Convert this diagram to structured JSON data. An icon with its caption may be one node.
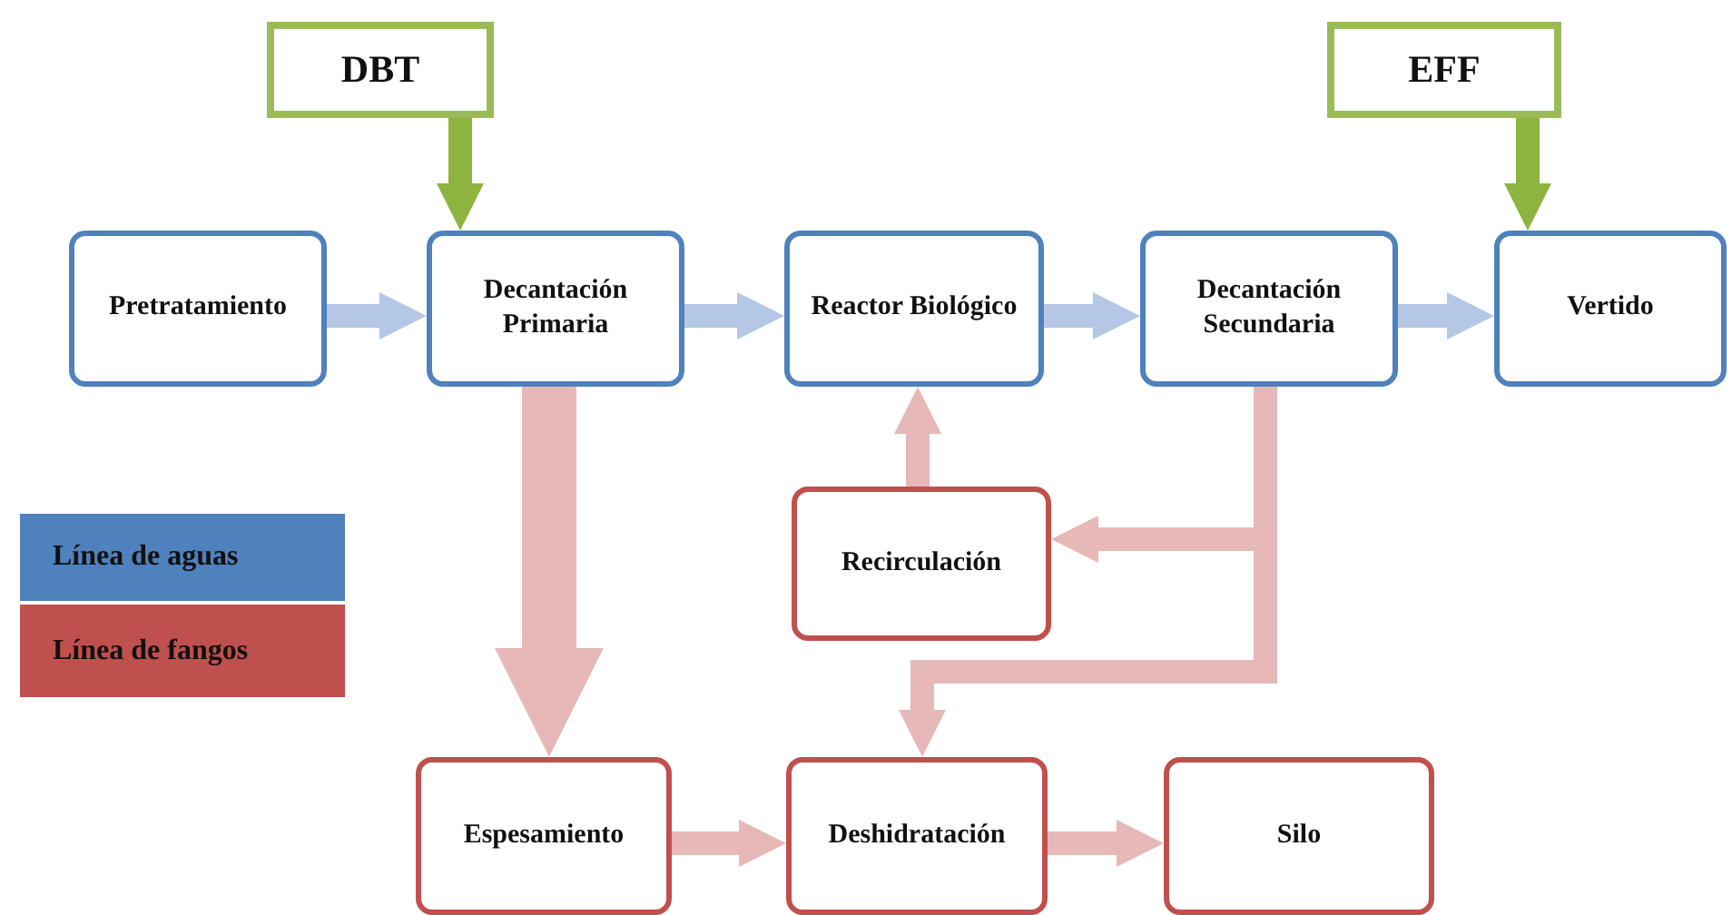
{
  "diagram": {
    "nodes": [
      {
        "text": [
          "DBT"
        ]
      },
      {
        "text": [
          "EFF"
        ]
      },
      {
        "text": [
          "Pretratamiento"
        ]
      },
      {
        "text": [
          "Decantación Primaria"
        ]
      },
      {
        "text": [
          "Reactor Biológico"
        ]
      },
      {
        "text": [
          "Decantación Secundaria"
        ]
      },
      {
        "text": [
          "Vertido"
        ]
      },
      {
        "text": [
          "Recirculación"
        ]
      },
      {
        "text": [
          "Espesamiento"
        ]
      },
      {
        "text": [
          "Deshidratación"
        ]
      },
      {
        "text": [
          "Silo"
        ]
      }
    ],
    "edges": [
      {
        "from": 0,
        "to": 3,
        "arrow": "to",
        "color": "#8db43e"
      },
      {
        "from": 1,
        "to": 6,
        "arrow": "to",
        "color": "#8db43e"
      },
      {
        "from": 2,
        "to": 3,
        "arrow": "to",
        "color": "#b4c7e4"
      },
      {
        "from": 3,
        "to": 4,
        "arrow": "to",
        "color": "#b4c7e4"
      },
      {
        "from": 4,
        "to": 5,
        "arrow": "to",
        "color": "#b4c7e4"
      },
      {
        "from": 5,
        "to": 6,
        "arrow": "to",
        "color": "#b4c7e4"
      },
      {
        "from": 3,
        "to": 8,
        "arrow": "to",
        "style": "thick"
      },
      {
        "from": 7,
        "to": 4,
        "arrow": "to"
      },
      {
        "from": 5,
        "to": 7,
        "arrow": "to"
      },
      {
        "from": 5,
        "to": 9,
        "arrow": "to"
      },
      {
        "from": 8,
        "to": 9,
        "arrow": "to"
      },
      {
        "from": 9,
        "to": 10,
        "arrow": "to"
      }
    ],
    "legend": [
      {
        "text": "Línea de aguas",
        "color": "#4f81bd"
      },
      {
        "text": "Línea de fangos",
        "color": "#c0504d"
      }
    ]
  }
}
